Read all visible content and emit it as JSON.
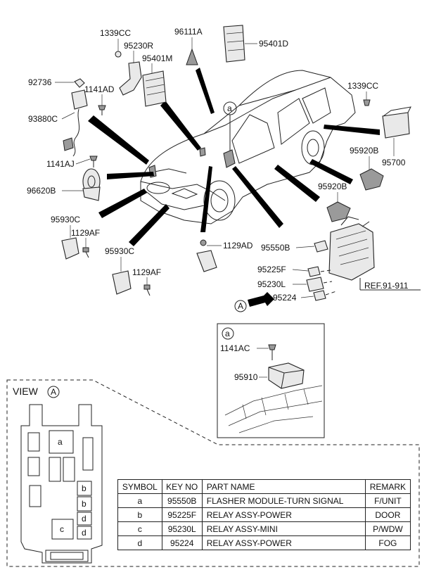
{
  "callouts": {
    "c1339cc_left": "1339CC",
    "c95230r": "95230R",
    "c95401m": "95401M",
    "c96111a": "96111A",
    "c95401d": "95401D",
    "c92736": "92736",
    "c1141ad": "1141AD",
    "c93880c": "93880C",
    "c1339cc_right": "1339CC",
    "c95920b_right": "95920B",
    "c95700": "95700",
    "c1141aj": "1141AJ",
    "c96620b": "96620B",
    "c95920b_lower": "95920B",
    "c95930c_upper": "95930C",
    "c1129af_upper": "1129AF",
    "c1129ad": "1129AD",
    "c95550b": "95550B",
    "c95930c_lower": "95930C",
    "c1129af_lower": "1129AF",
    "c95225f": "95225F",
    "c95230l": "95230L",
    "ref": "REF.91-911",
    "c95224": "95224",
    "view_arrow_letter": "A",
    "detail_a_letter": "a",
    "c1141ac": "1141AC",
    "c95910": "95910",
    "car_marker_a": "a"
  },
  "view": {
    "label": "VIEW",
    "letter": "A",
    "slots": [
      "a",
      "b",
      "b",
      "d",
      "c",
      "d"
    ]
  },
  "table": {
    "headers": [
      "SYMBOL",
      "KEY NO",
      "PART NAME",
      "REMARK"
    ],
    "rows": [
      {
        "symbol": "a",
        "key": "95550B",
        "name": "FLASHER MODULE-TURN SIGNAL",
        "remark": "F/UNIT"
      },
      {
        "symbol": "b",
        "key": "95225F",
        "name": "RELAY ASSY-POWER",
        "remark": "DOOR"
      },
      {
        "symbol": "c",
        "key": "95230L",
        "name": "RELAY ASSY-MINI",
        "remark": "P/WDW"
      },
      {
        "symbol": "d",
        "key": "95224",
        "name": "RELAY ASSY-POWER",
        "remark": "FOG"
      }
    ]
  }
}
